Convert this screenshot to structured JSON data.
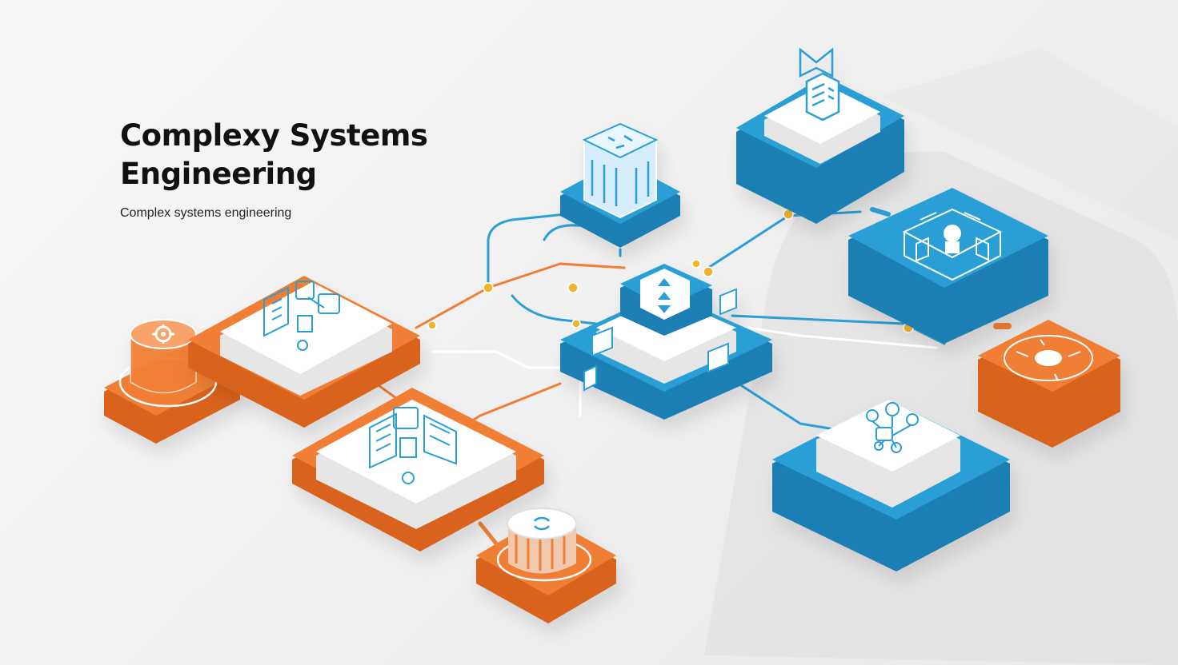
{
  "header": {
    "title_line1": "Complexy Systems",
    "title_line2": "Engineering",
    "subtitle": "Complex systems engineering"
  },
  "palette": {
    "orange": "#f07f35",
    "orange_dark": "#d9641c",
    "blue": "#2b9fd6",
    "blue_dark": "#1d7fb3",
    "white_tile": "#ffffff",
    "connector_node": "#f2b22c",
    "background": "#f2f2f2"
  },
  "nodes": [
    {
      "name": "orange-cylinder-gear",
      "color": "orange",
      "icon": "gear-icon"
    },
    {
      "name": "orange-tile-data",
      "color": "orange",
      "icon": "network-cluster-icon"
    },
    {
      "name": "orange-tile-servers",
      "color": "orange",
      "icon": "server-rack-icon"
    },
    {
      "name": "orange-cylinder-small",
      "color": "orange",
      "icon": "sync-icon"
    },
    {
      "name": "blue-tile-cube",
      "color": "blue",
      "icon": "glass-cube-icon"
    },
    {
      "name": "central-hub",
      "color": "blue",
      "icon": "arrows-stack-icon"
    },
    {
      "name": "blue-tile-database",
      "color": "blue",
      "icon": "database-icon"
    },
    {
      "name": "blue-tile-network",
      "color": "blue",
      "icon": "component-grid-icon"
    },
    {
      "name": "orange-tile-disc",
      "color": "orange",
      "icon": "disc-hub-icon"
    },
    {
      "name": "blue-tile-bottom",
      "color": "blue",
      "icon": "network-nodes-icon"
    }
  ]
}
